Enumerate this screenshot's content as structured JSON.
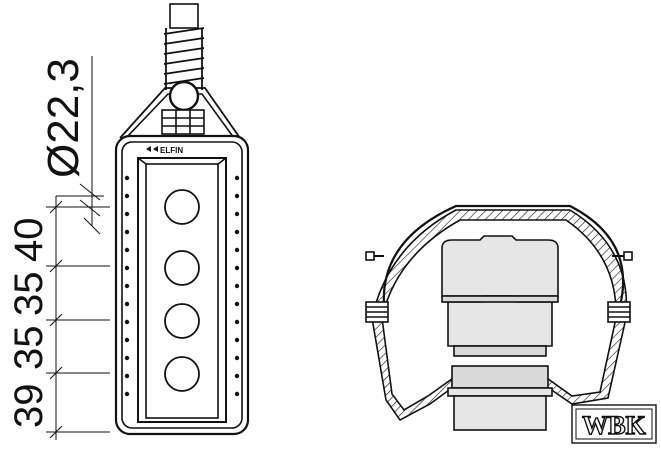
{
  "diameter_label": "Ø22,3",
  "dimensions": [
    "40",
    "35",
    "35",
    "39"
  ],
  "brand": "ELFIN",
  "watermark": "WBK",
  "button_count": 4,
  "colors": {
    "line": "#111111",
    "body_gray": "#d9d9d9",
    "light_gray": "#e6e6e6",
    "background": "#ffffff"
  }
}
